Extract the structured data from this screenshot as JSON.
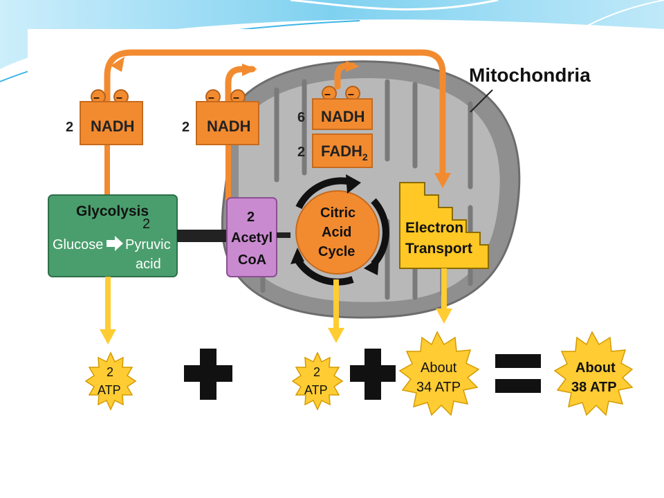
{
  "title": "Mitochondria",
  "nadh_groups": [
    {
      "count": "2",
      "label": "NADH"
    },
    {
      "count": "2",
      "label": "NADH"
    },
    {
      "count": "6",
      "label": "NADH"
    }
  ],
  "fadh": {
    "count": "2",
    "label": "FADH",
    "sub": "2"
  },
  "glycolysis": {
    "title": "Glycolysis",
    "two": "2",
    "glucose": "Glucose",
    "pyruvic": "Pyruvic",
    "acid": "acid"
  },
  "acetyl": {
    "line1": "2",
    "line2": "Acetyl",
    "line3": "CoA"
  },
  "citric": {
    "line1": "Citric",
    "line2": "Acid",
    "line3": "Cycle"
  },
  "electron": {
    "line1": "Electron",
    "line2": "Transport"
  },
  "atp": [
    {
      "line1": "2",
      "line2": "ATP"
    },
    {
      "line1": "2",
      "line2": "ATP"
    },
    {
      "line1": "About",
      "line2": "34 ATP"
    }
  ],
  "total": {
    "line1": "About",
    "line2": "38 ATP"
  },
  "colors": {
    "orange": "#f28b30",
    "yellow": "#ffcc33",
    "green": "#4a9e6d",
    "purple": "#c98ad0",
    "electron_yellow": "#ffc824",
    "mito_gray": "#8a8a8a"
  }
}
